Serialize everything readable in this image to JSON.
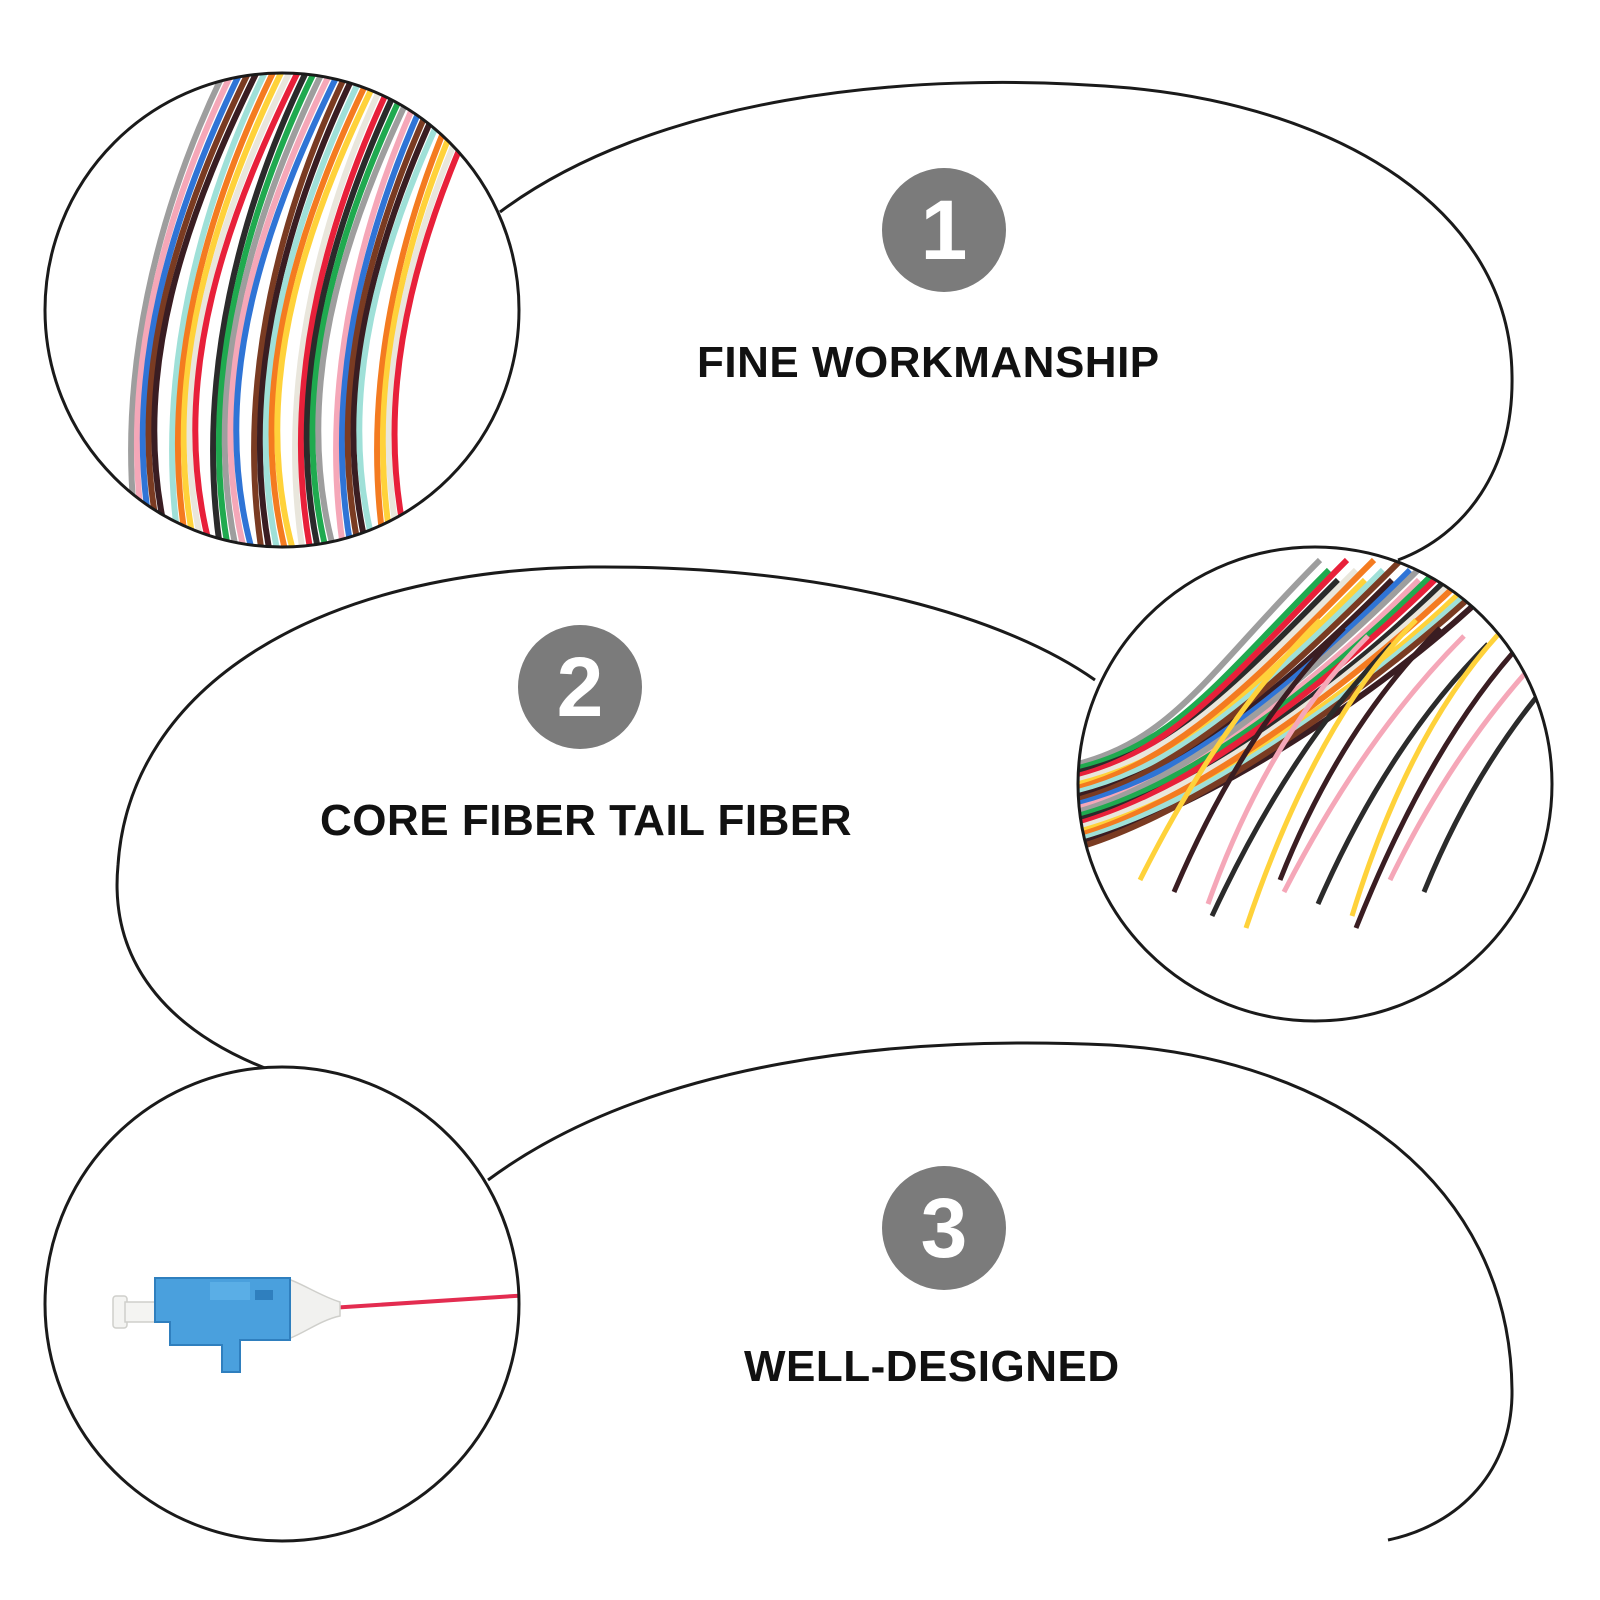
{
  "features": [
    {
      "number": "1",
      "label": "FINE WORKMANSHIP"
    },
    {
      "number": "2",
      "label": "CORE FIBER TAIL FIBER"
    },
    {
      "number": "3",
      "label": "WELL-DESIGNED"
    }
  ],
  "colors": {
    "outline": "#1a1a1a",
    "badge": "#7b7b7b",
    "badge_text": "#ffffff",
    "label_text": "#111111",
    "fiber_palette": [
      "#9e9e9e",
      "#ffd23a",
      "#2f74d6",
      "#e8203a",
      "#3a1d22",
      "#1faa4f",
      "#f47b20",
      "#f5a7b8",
      "#ffffff",
      "#7a3b22",
      "#2b2b2b",
      "#9fe0d8"
    ],
    "connector_blue": "#4aa0dd",
    "boot_white": "#f1f1ef",
    "fiber_red": "#e32c50"
  },
  "icons": [
    "fiber-bundle-vertical-photo",
    "fiber-bundle-fanout-photo",
    "lc-connector-photo"
  ]
}
